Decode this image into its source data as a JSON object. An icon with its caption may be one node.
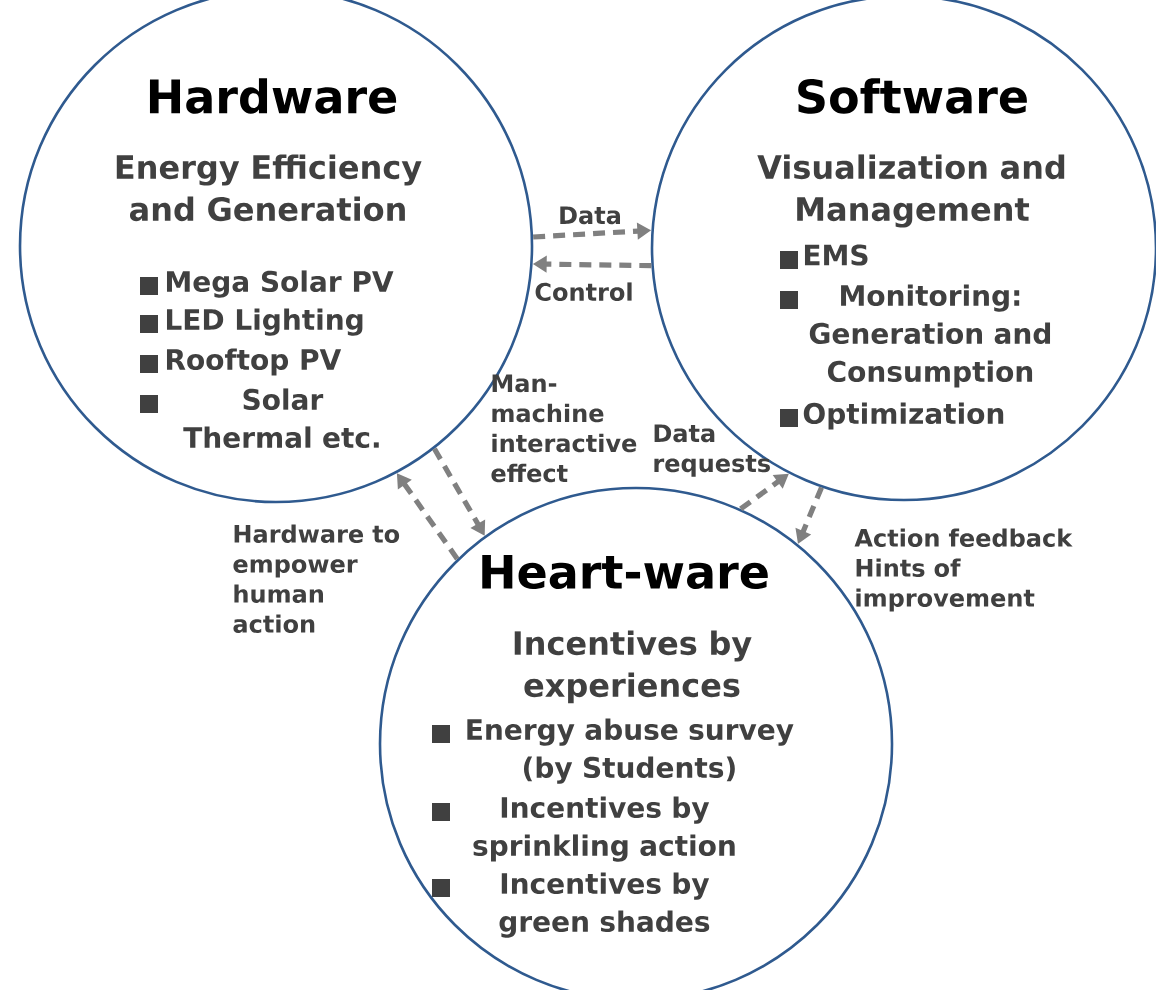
{
  "diagram": {
    "nodes": [
      {
        "text": [
          "Hardware",
          "Energy Efficiency and Generation",
          "Mega Solar PV",
          "LED Lighting",
          "Rooftop PV",
          "Solar Thermal etc."
        ]
      },
      {
        "text": [
          "Software",
          "Visualization and Management",
          "EMS",
          "Monitoring: Generation and Consumption",
          "Optimization"
        ]
      },
      {
        "text": [
          "Heart-ware",
          "Incentives by experiences",
          "Energy abuse survey (by Students)",
          "Incentives by sprinkling action",
          "Incentives by green shades"
        ]
      }
    ],
    "edges": [
      {
        "from": 0,
        "to": 1,
        "arrow": "to",
        "label": "Data",
        "style": "dashed"
      },
      {
        "from": 1,
        "to": 0,
        "arrow": "to",
        "label": "Control",
        "style": "dashed"
      },
      {
        "from": 2,
        "to": 0,
        "arrow": "to",
        "label": "Hardware to empower human action",
        "style": "dashed"
      },
      {
        "from": 0,
        "to": 2,
        "arrow": "to",
        "label": "Man-machine interactive effect",
        "style": "dashed"
      },
      {
        "from": 2,
        "to": 1,
        "arrow": "to",
        "label": "Data requests",
        "style": "dashed"
      },
      {
        "from": 1,
        "to": 2,
        "arrow": "to",
        "label": "Action feedback Hints of improvement",
        "style": "dashed"
      }
    ]
  }
}
